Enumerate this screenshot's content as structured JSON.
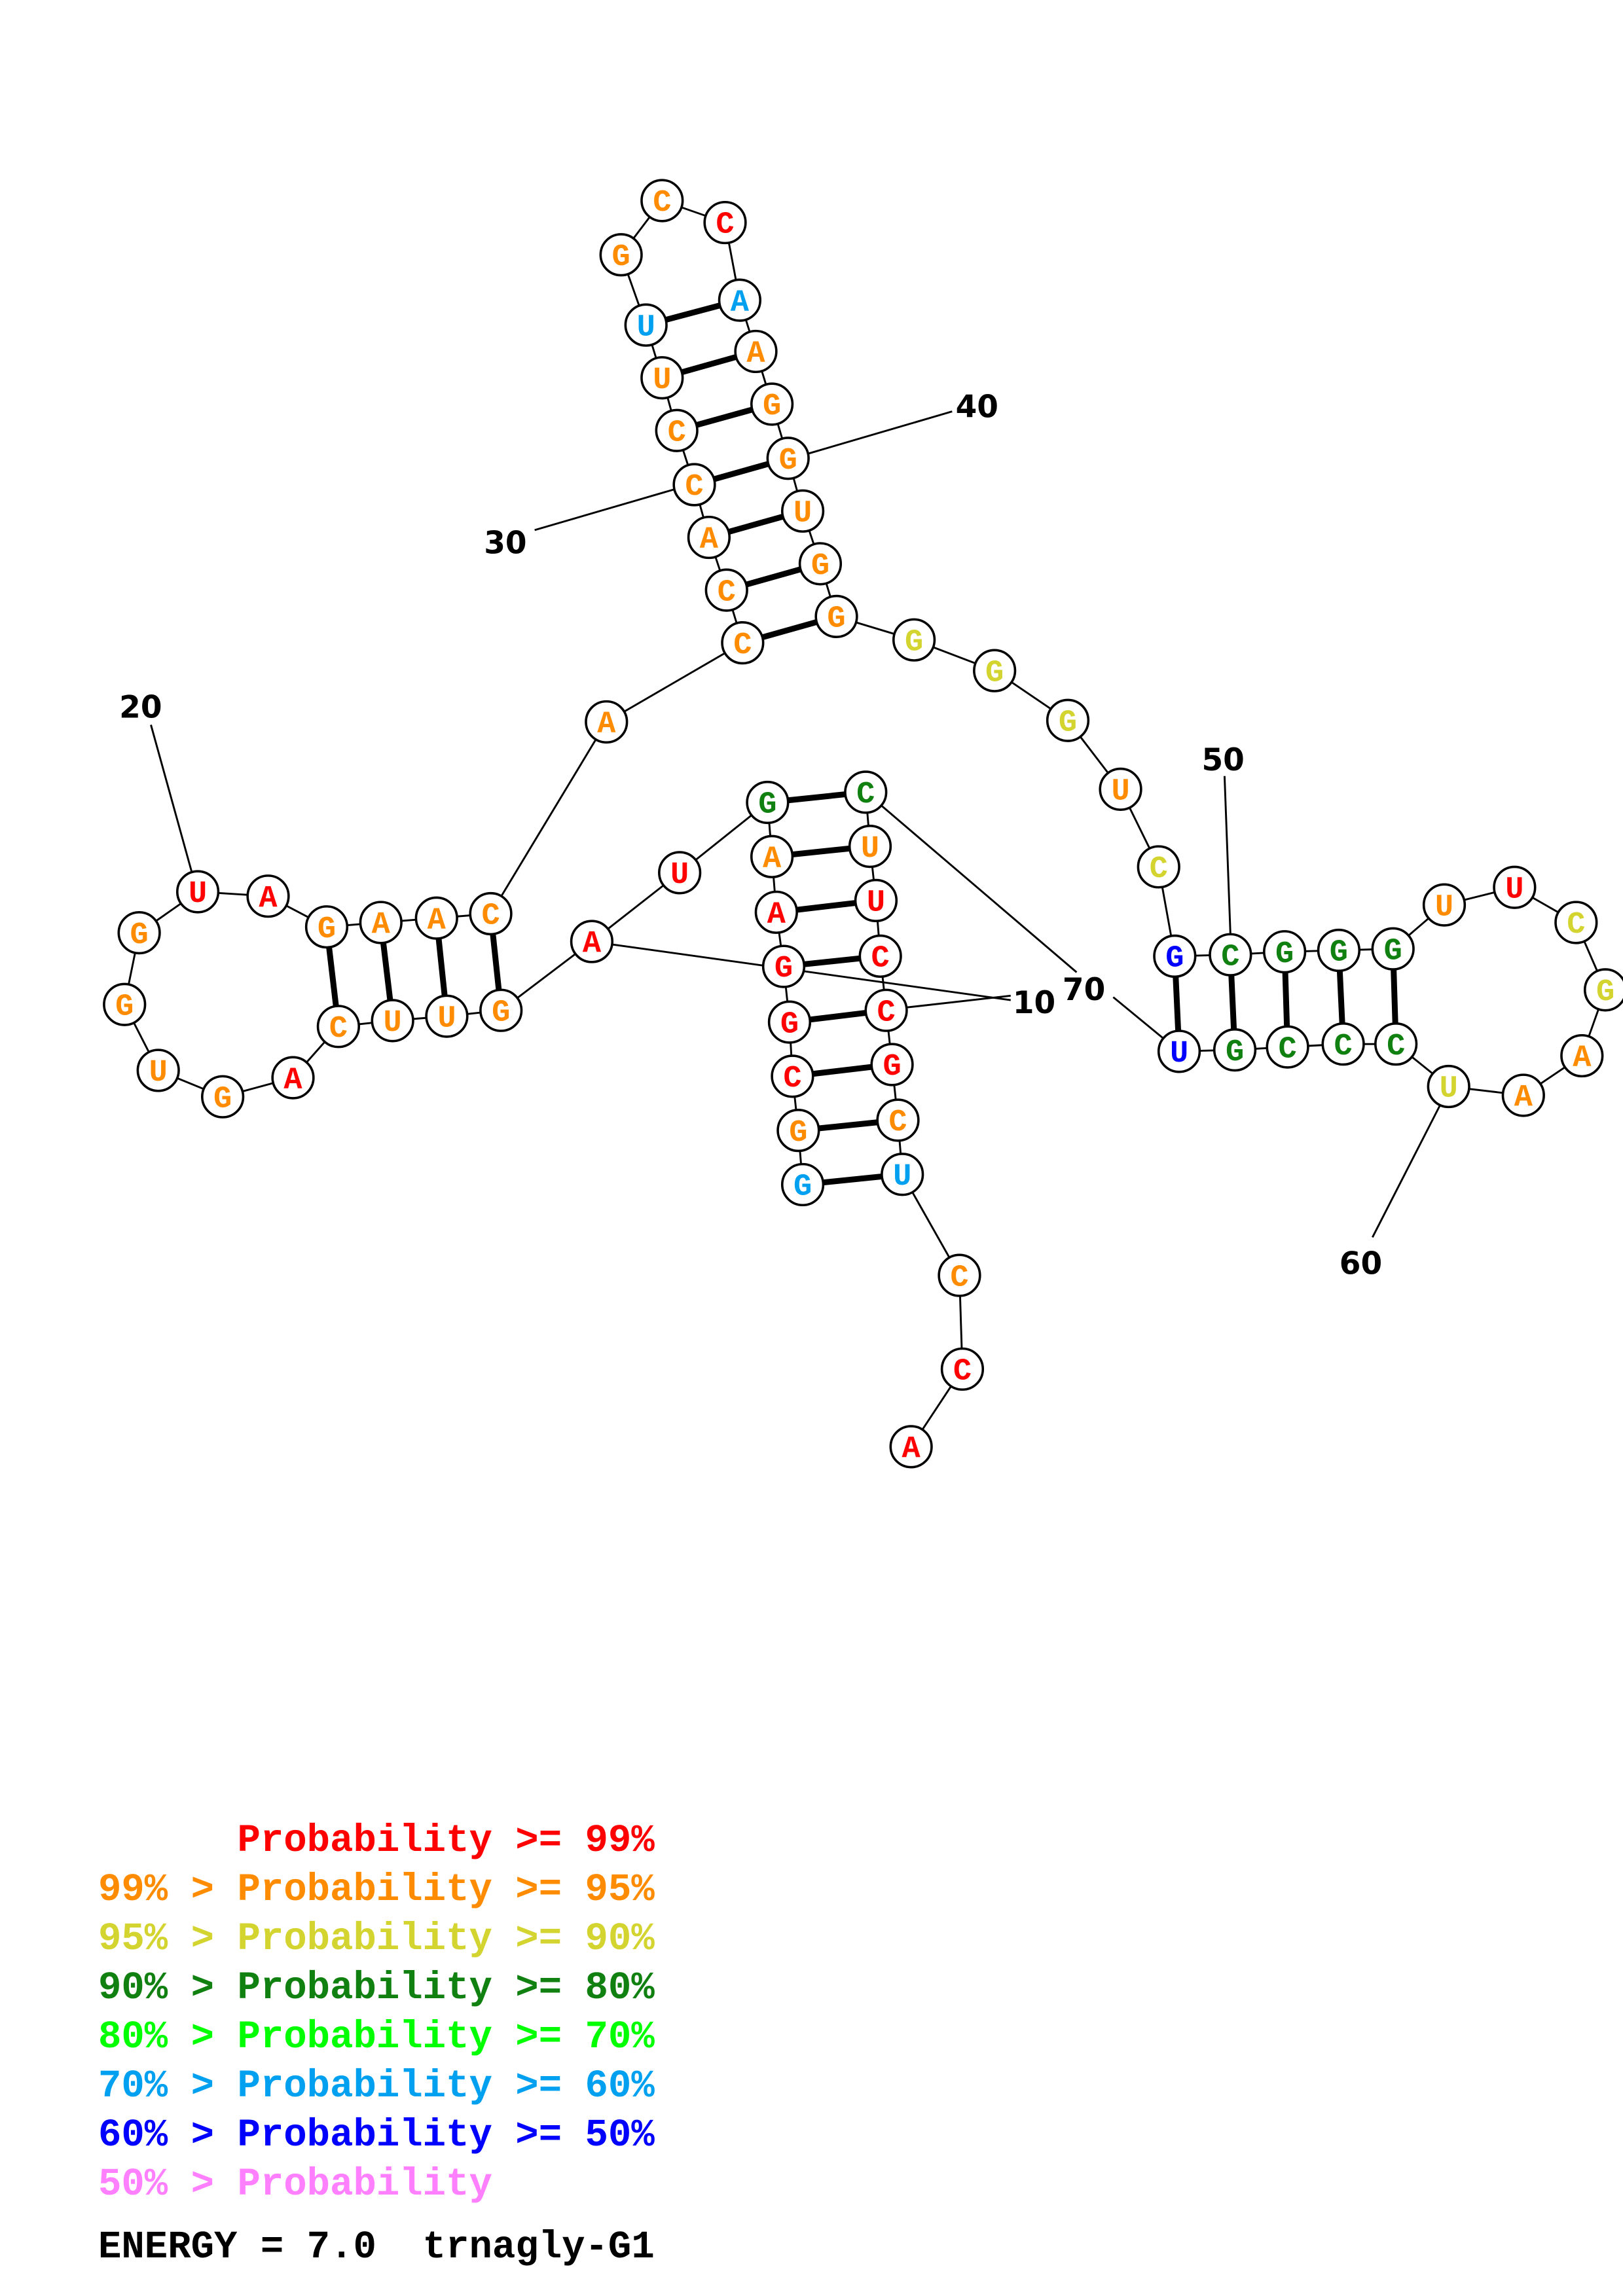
{
  "colors": {
    "p99": "#ff0000",
    "p95": "#ff8c00",
    "p90": "#d4d430",
    "p80": "#108010",
    "p70": "#00ff00",
    "p60": "#00a0f0",
    "p50": "#0000ff",
    "plow": "#ff80ff"
  },
  "sequence": [
    {
      "base": "G",
      "prob": "p60"
    },
    {
      "base": "G",
      "prob": "p95"
    },
    {
      "base": "C",
      "prob": "p99"
    },
    {
      "base": "G",
      "prob": "p99"
    },
    {
      "base": "G",
      "prob": "p99"
    },
    {
      "base": "A",
      "prob": "p99"
    },
    {
      "base": "A",
      "prob": "p95"
    },
    {
      "base": "G",
      "prob": "p80"
    },
    {
      "base": "U",
      "prob": "p99"
    },
    {
      "base": "A",
      "prob": "p99"
    },
    {
      "base": "G",
      "prob": "p95"
    },
    {
      "base": "U",
      "prob": "p95"
    },
    {
      "base": "U",
      "prob": "p95"
    },
    {
      "base": "C",
      "prob": "p95"
    },
    {
      "base": "A",
      "prob": "p99"
    },
    {
      "base": "G",
      "prob": "p95"
    },
    {
      "base": "U",
      "prob": "p95"
    },
    {
      "base": "G",
      "prob": "p95"
    },
    {
      "base": "G",
      "prob": "p95"
    },
    {
      "base": "U",
      "prob": "p99"
    },
    {
      "base": "A",
      "prob": "p99"
    },
    {
      "base": "G",
      "prob": "p95"
    },
    {
      "base": "A",
      "prob": "p95"
    },
    {
      "base": "A",
      "prob": "p95"
    },
    {
      "base": "C",
      "prob": "p95"
    },
    {
      "base": "A",
      "prob": "p95"
    },
    {
      "base": "C",
      "prob": "p95"
    },
    {
      "base": "C",
      "prob": "p95"
    },
    {
      "base": "A",
      "prob": "p95"
    },
    {
      "base": "C",
      "prob": "p95"
    },
    {
      "base": "C",
      "prob": "p95"
    },
    {
      "base": "U",
      "prob": "p95"
    },
    {
      "base": "U",
      "prob": "p60"
    },
    {
      "base": "G",
      "prob": "p95"
    },
    {
      "base": "C",
      "prob": "p95"
    },
    {
      "base": "C",
      "prob": "p99"
    },
    {
      "base": "A",
      "prob": "p60"
    },
    {
      "base": "A",
      "prob": "p95"
    },
    {
      "base": "G",
      "prob": "p95"
    },
    {
      "base": "G",
      "prob": "p95"
    },
    {
      "base": "U",
      "prob": "p95"
    },
    {
      "base": "G",
      "prob": "p95"
    },
    {
      "base": "G",
      "prob": "p95"
    },
    {
      "base": "G",
      "prob": "p90"
    },
    {
      "base": "G",
      "prob": "p90"
    },
    {
      "base": "G",
      "prob": "p90"
    },
    {
      "base": "U",
      "prob": "p95"
    },
    {
      "base": "C",
      "prob": "p90"
    },
    {
      "base": "G",
      "prob": "p50"
    },
    {
      "base": "C",
      "prob": "p80"
    },
    {
      "base": "G",
      "prob": "p80"
    },
    {
      "base": "G",
      "prob": "p80"
    },
    {
      "base": "G",
      "prob": "p80"
    },
    {
      "base": "U",
      "prob": "p95"
    },
    {
      "base": "U",
      "prob": "p99"
    },
    {
      "base": "C",
      "prob": "p90"
    },
    {
      "base": "G",
      "prob": "p90"
    },
    {
      "base": "A",
      "prob": "p95"
    },
    {
      "base": "A",
      "prob": "p95"
    },
    {
      "base": "U",
      "prob": "p90"
    },
    {
      "base": "C",
      "prob": "p80"
    },
    {
      "base": "C",
      "prob": "p80"
    },
    {
      "base": "C",
      "prob": "p80"
    },
    {
      "base": "G",
      "prob": "p80"
    },
    {
      "base": "U",
      "prob": "p50"
    },
    {
      "base": "C",
      "prob": "p80"
    },
    {
      "base": "U",
      "prob": "p95"
    },
    {
      "base": "U",
      "prob": "p99"
    },
    {
      "base": "C",
      "prob": "p99"
    },
    {
      "base": "C",
      "prob": "p99"
    },
    {
      "base": "G",
      "prob": "p99"
    },
    {
      "base": "C",
      "prob": "p95"
    },
    {
      "base": "U",
      "prob": "p60"
    },
    {
      "base": "C",
      "prob": "p95"
    },
    {
      "base": "C",
      "prob": "p99"
    },
    {
      "base": "A",
      "prob": "p99"
    }
  ],
  "pairs": [
    [
      1,
      73
    ],
    [
      2,
      72
    ],
    [
      3,
      71
    ],
    [
      4,
      70
    ],
    [
      5,
      69
    ],
    [
      6,
      68
    ],
    [
      7,
      67
    ],
    [
      8,
      66
    ],
    [
      11,
      25
    ],
    [
      12,
      24
    ],
    [
      13,
      23
    ],
    [
      14,
      22
    ],
    [
      27,
      43
    ],
    [
      28,
      42
    ],
    [
      29,
      41
    ],
    [
      30,
      40
    ],
    [
      31,
      39
    ],
    [
      32,
      38
    ],
    [
      33,
      37
    ],
    [
      49,
      65
    ],
    [
      50,
      64
    ],
    [
      51,
      63
    ],
    [
      52,
      62
    ],
    [
      53,
      61
    ]
  ],
  "position_labels": [
    {
      "text": "10",
      "nt": 10
    },
    {
      "text": "20",
      "nt": 20
    },
    {
      "text": "30",
      "nt": 30
    },
    {
      "text": "40",
      "nt": 40
    },
    {
      "text": "50",
      "nt": 50
    },
    {
      "text": "60",
      "nt": 60
    },
    {
      "text": "70",
      "nt": 70
    }
  ],
  "legend": [
    {
      "prefix": "    ",
      "cmp": "",
      "text": "Probability >= 99%",
      "prob": "p99"
    },
    {
      "prefix": "99% ",
      "cmp": "> ",
      "text": "Probability >= 95%",
      "prob": "p95"
    },
    {
      "prefix": "95% ",
      "cmp": "> ",
      "text": "Probability >= 90%",
      "prob": "p90"
    },
    {
      "prefix": "90% ",
      "cmp": "> ",
      "text": "Probability >= 80%",
      "prob": "p80"
    },
    {
      "prefix": "80% ",
      "cmp": "> ",
      "text": "Probability >= 70%",
      "prob": "p70"
    },
    {
      "prefix": "70% ",
      "cmp": "> ",
      "text": "Probability >= 60%",
      "prob": "p60"
    },
    {
      "prefix": "60% ",
      "cmp": "> ",
      "text": "Probability >= 50%",
      "prob": "p50"
    },
    {
      "prefix": "50% ",
      "cmp": "> ",
      "text": "Probability",
      "prob": "plow"
    }
  ],
  "energy_line": "ENERGY = 7.0  trnagly-G1"
}
